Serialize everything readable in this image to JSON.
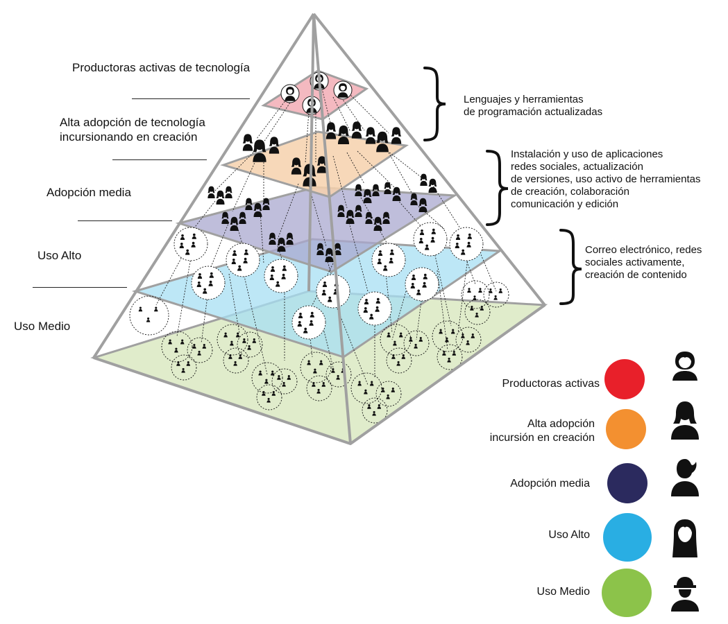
{
  "levels": [
    {
      "id": "productoras",
      "label": "Productoras activas de tecnología"
    },
    {
      "id": "alta",
      "label": "Alta adopción de tecnología\nincursionando en creación"
    },
    {
      "id": "media",
      "label": "Adopción media"
    },
    {
      "id": "alto",
      "label": "Uso Alto"
    },
    {
      "id": "medio",
      "label": "Uso Medio"
    }
  ],
  "annotations": [
    {
      "text": "Lenguajes y herramientas\nde programación actualizadas"
    },
    {
      "text": "Instalación y uso de aplicaciones\nredes sociales, actualización\nde versiones, uso activo de herramientas\nde creación, colaboración\n comunicación y edición"
    },
    {
      "text": "Correo electrónico, redes\nsociales activamente,\ncreación de contenido"
    }
  ],
  "legend": [
    {
      "label": "Productoras activas",
      "color": "#e8202a",
      "icon": "woman-short-hair-icon"
    },
    {
      "label": "Alta adopción\nincursión en creación",
      "color": "#f39030",
      "icon": "woman-long-hair-icon"
    },
    {
      "label": "Adopción media",
      "color": "#2b2a5e",
      "icon": "woman-side-ponytail-icon"
    },
    {
      "label": "Uso Alto",
      "color": "#29aee3",
      "icon": "woman-bob-hair-icon"
    },
    {
      "label": "Uso Medio",
      "color": "#8cc34a",
      "icon": "woman-hat-icon"
    }
  ],
  "layer_colors": {
    "red": "#f4b9c0",
    "orange": "#f6d1ad",
    "purple": "#a9a8cf",
    "blue": "#a7dff3",
    "green": "#dbe9c2",
    "frame": "#a0a0a0"
  }
}
